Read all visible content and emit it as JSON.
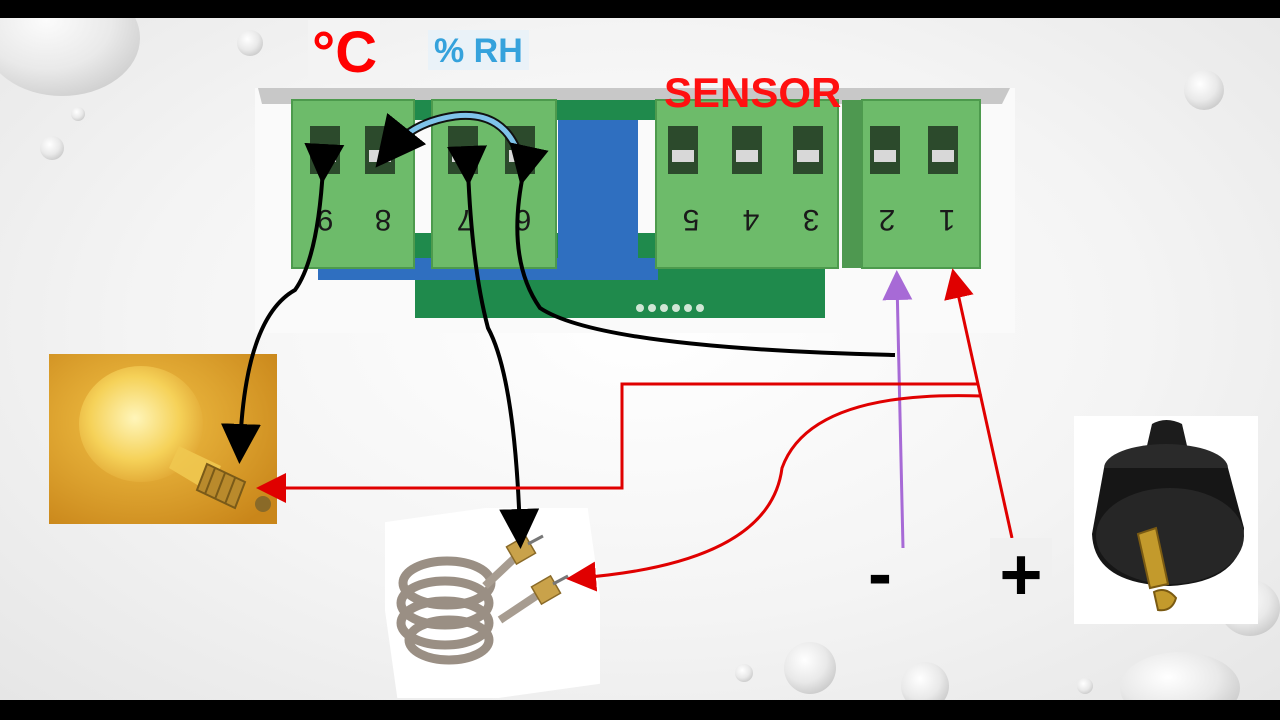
{
  "labels": {
    "celsius": "°C",
    "humidity": "% RH",
    "sensor": "SENSOR",
    "minus": "-",
    "plus": "+"
  },
  "terminals": [
    "9",
    "8",
    "7",
    "6",
    "5",
    "4",
    "3",
    "2",
    "1"
  ],
  "colors": {
    "terminal_block": "#6dbb6a",
    "board": "#1f8a4c",
    "relay": "#2f6fc0",
    "wire_black": "#000000",
    "wire_red": "#e00000",
    "wire_purple": "#a76ad6",
    "label_red": "#ff0000",
    "label_blue": "#35a2dc"
  },
  "icons": [
    "light-bulb-icon",
    "heating-element-icon",
    "power-plug-icon"
  ]
}
